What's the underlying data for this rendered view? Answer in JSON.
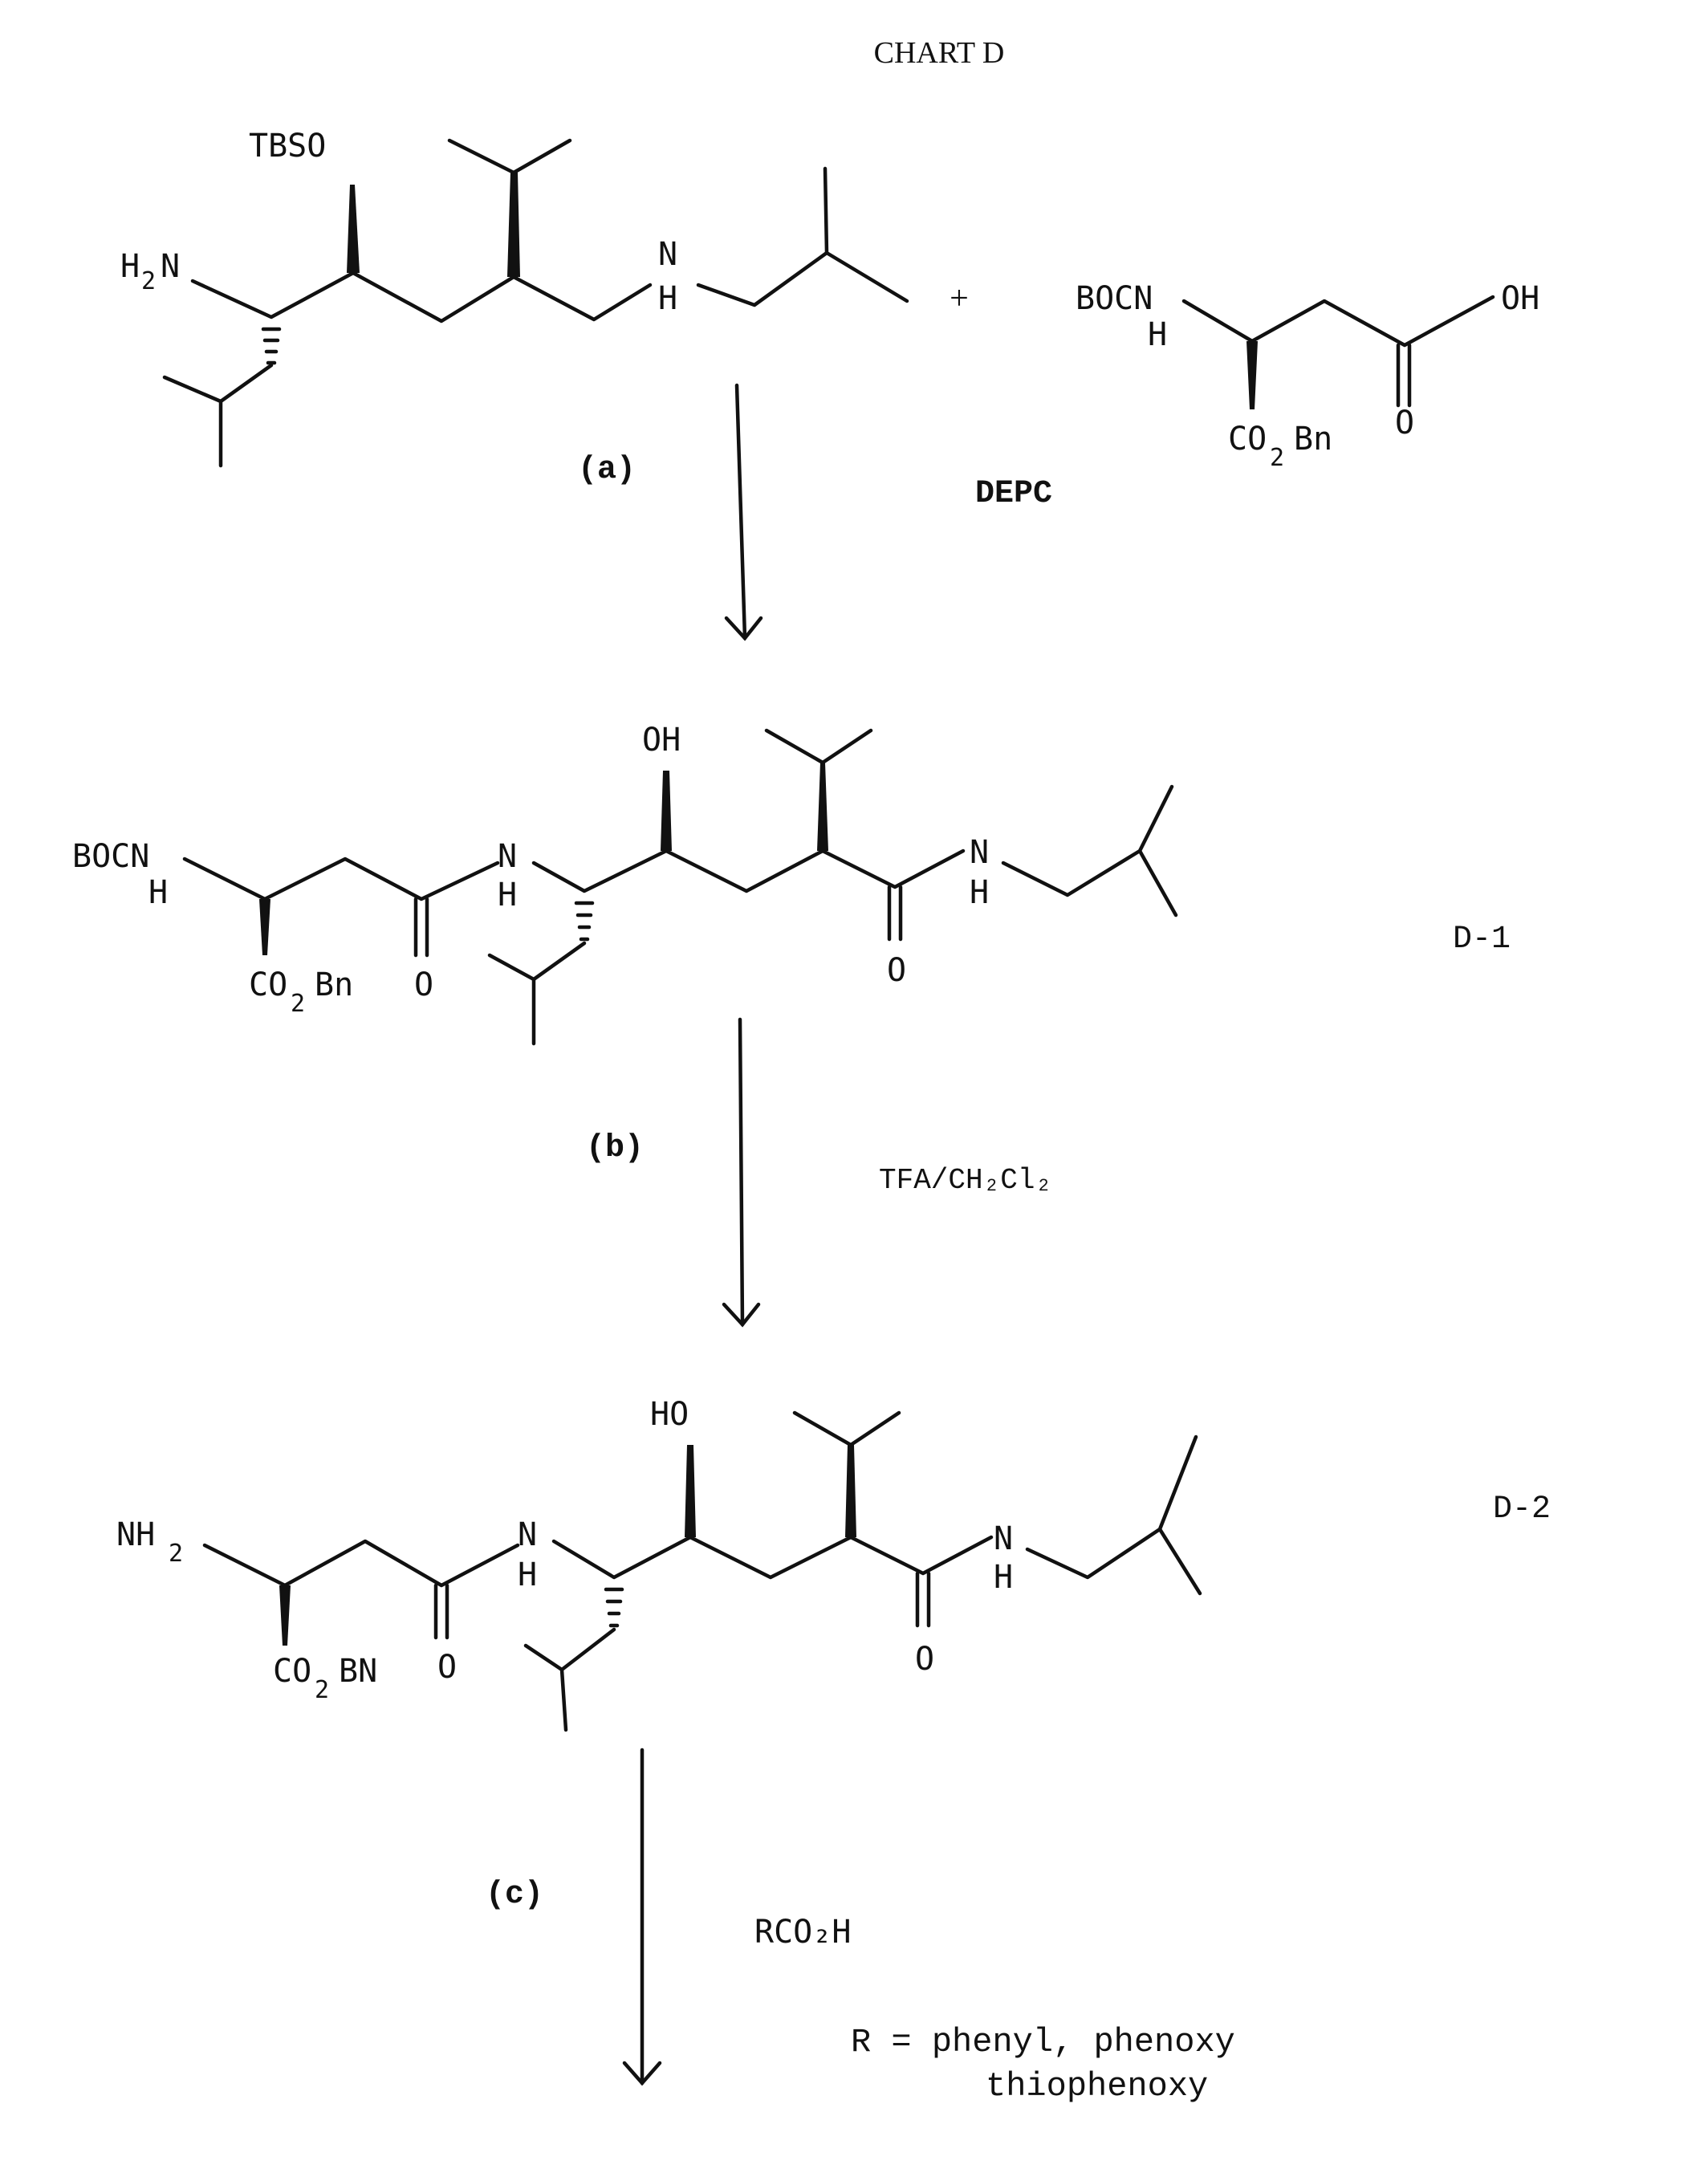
{
  "chart_title": "CHART D",
  "steps": {
    "a": {
      "label": "(a)",
      "reagent": "DEPC"
    },
    "b": {
      "label": "(b)",
      "reagent": "TFA/CH₂Cl₂"
    },
    "c": {
      "label": "(c)",
      "reagent": "RCO₂H",
      "note_line1": "R = phenyl, phenoxy",
      "note_line2": "thiophenoxy"
    }
  },
  "plus": "+",
  "compounds": {
    "d1": {
      "name": "D-1"
    },
    "d2": {
      "name": "D-2"
    }
  },
  "atoms": {
    "tbso": "TBSO",
    "h2n": "H",
    "h2n_sub": "2",
    "h2n_n": "N",
    "n": "N",
    "h": "H",
    "bocn": "BOCN",
    "oh": "OH",
    "ho": "HO",
    "o": "O",
    "co": "CO",
    "two": "2",
    "bn": "Bn",
    "bn_caps": "BN",
    "nh": "NH"
  }
}
